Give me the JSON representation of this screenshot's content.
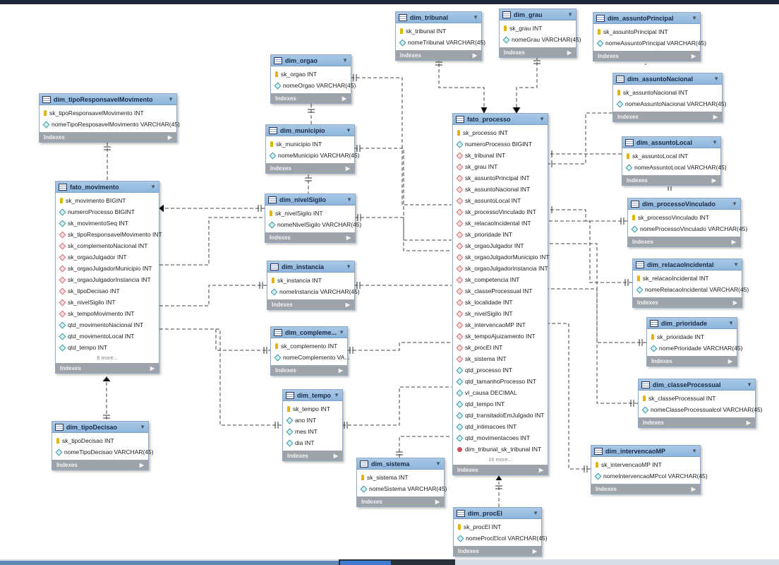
{
  "index_label": "Indexes",
  "tables": {
    "dim_tribunal": {
      "name": "dim_tribunal",
      "columns": [
        {
          "icon": "key",
          "text": "sk_tribunal INT"
        },
        {
          "icon": "col",
          "text": "nomeTribunal VARCHAR(45)"
        }
      ]
    },
    "dim_grau": {
      "name": "dim_grau",
      "columns": [
        {
          "icon": "key",
          "text": "sk_grau INT"
        },
        {
          "icon": "col",
          "text": "nomeGrau VARCHAR(45)"
        }
      ]
    },
    "dim_assuntoPrincipal": {
      "name": "dim_assuntoPrincipal",
      "columns": [
        {
          "icon": "key",
          "text": "sk_assuntoPrincipal INT"
        },
        {
          "icon": "col",
          "text": "nomeAssuntoPrincipal VARCHAR(45)"
        }
      ]
    },
    "dim_orgao": {
      "name": "dim_orgao",
      "columns": [
        {
          "icon": "key",
          "text": "sk_orgao INT"
        },
        {
          "icon": "col",
          "text": "nomeOrgao VARCHAR(45)"
        }
      ]
    },
    "dim_tipoResponsavelMovimento": {
      "name": "dim_tipoResponsavelMovimento",
      "columns": [
        {
          "icon": "key",
          "text": "sk_tipoResponsavelMovimento INT"
        },
        {
          "icon": "col",
          "text": "nomeTipoResposavelMovimento VARCHAR(45)"
        }
      ]
    },
    "dim_assuntoNacional": {
      "name": "dim_assuntoNacional",
      "columns": [
        {
          "icon": "key",
          "text": "sk_assuntoNacional INT"
        },
        {
          "icon": "col",
          "text": "nomeAssuntoNacional VARCHAR(45)"
        }
      ]
    },
    "dim_municipio": {
      "name": "dim_municipio",
      "columns": [
        {
          "icon": "key",
          "text": "sk_municipio INT"
        },
        {
          "icon": "col",
          "text": "nomeMunicipio VARCHAR(45)"
        }
      ]
    },
    "dim_assuntoLocal": {
      "name": "dim_assuntoLocal",
      "columns": [
        {
          "icon": "key",
          "text": "sk_assuntoLocal INT"
        },
        {
          "icon": "col",
          "text": "nomeAssuntoLocal VARCHAR(45)"
        }
      ]
    },
    "dim_nivelSigilo": {
      "name": "dim_nivelSigilo",
      "columns": [
        {
          "icon": "key",
          "text": "sk_nivelSigilo INT"
        },
        {
          "icon": "col",
          "text": "nomeNivelSigilo VARCHAR(45)"
        }
      ]
    },
    "dim_processoVinculado": {
      "name": "dim_processoVinculado",
      "columns": [
        {
          "icon": "key",
          "text": "sk_processoVinculado INT"
        },
        {
          "icon": "col",
          "text": "nomeProcessoVinculado VARCHAR(45)"
        }
      ]
    },
    "dim_instancia": {
      "name": "dim_instancia",
      "columns": [
        {
          "icon": "key",
          "text": "sk_instancia INT"
        },
        {
          "icon": "col",
          "text": "nomeInstancia VARCHAR(45)"
        }
      ]
    },
    "dim_relacaoIncidental": {
      "name": "dim_relacaoIncidental",
      "columns": [
        {
          "icon": "key",
          "text": "sk_relacaoIncidental INT"
        },
        {
          "icon": "col",
          "text": "nomeRelacaoIncidental VARCHAR(45)"
        }
      ]
    },
    "dim_complemento": {
      "name": "dim_compleme...",
      "columns": [
        {
          "icon": "key",
          "text": "sk_complemento INT"
        },
        {
          "icon": "col",
          "text": "nomeComplemento VA..."
        }
      ]
    },
    "dim_prioridade": {
      "name": "dim_prioridade",
      "columns": [
        {
          "icon": "key",
          "text": "sk_prioridade INT"
        },
        {
          "icon": "col",
          "text": "nomePrioridade VARCHAR(45)"
        }
      ]
    },
    "dim_classeProcessual": {
      "name": "dim_classeProcessual",
      "columns": [
        {
          "icon": "key",
          "text": "sk_classeProcessual INT"
        },
        {
          "icon": "col",
          "text": "nomeClasseProcessualcol VARCHAR(45)"
        }
      ]
    },
    "dim_tempo": {
      "name": "dim_tempo",
      "columns": [
        {
          "icon": "key",
          "text": "sk_tempo INT"
        },
        {
          "icon": "col",
          "text": "ano INT"
        },
        {
          "icon": "col",
          "text": "mes INT"
        },
        {
          "icon": "col",
          "text": "dia INT"
        }
      ]
    },
    "dim_tipoDecisao": {
      "name": "dim_tipoDecisao",
      "columns": [
        {
          "icon": "key",
          "text": "sk_tipoDecisao INT"
        },
        {
          "icon": "col",
          "text": "nomeTipoDecisao VARCHAR(45)"
        }
      ]
    },
    "dim_sistema": {
      "name": "dim_sistema",
      "columns": [
        {
          "icon": "key",
          "text": "sk_sistema INT"
        },
        {
          "icon": "col",
          "text": "nomeSistema VARCHAR(45)"
        }
      ]
    },
    "dim_intervencaoMP": {
      "name": "dim_intervencaoMP",
      "columns": [
        {
          "icon": "key",
          "text": "sk_intervencaoMP INT"
        },
        {
          "icon": "col",
          "text": "nomeIntervencaoMPcol VARCHAR(45)"
        }
      ]
    },
    "dim_procEl": {
      "name": "dim_procEl",
      "columns": [
        {
          "icon": "key",
          "text": "sk_procEl INT"
        },
        {
          "icon": "col",
          "text": "nomeProcElcol VARCHAR(45)"
        }
      ]
    },
    "fato_movimento": {
      "name": "fato_movimento",
      "more": "8 more...",
      "columns": [
        {
          "icon": "key",
          "text": "sk_movimento BIGINT"
        },
        {
          "icon": "col",
          "text": "numeroProcesso BIGINT"
        },
        {
          "icon": "col",
          "text": "sk_movimentoSeq INT"
        },
        {
          "icon": "fk",
          "text": "sk_tipoResponsavelMovimento INT"
        },
        {
          "icon": "fk",
          "text": "sk_complementoNacional INT"
        },
        {
          "icon": "fk",
          "text": "sk_orgaoJulgador INT"
        },
        {
          "icon": "fk",
          "text": "sk_orgaoJulgadorMunicipio INT"
        },
        {
          "icon": "fk",
          "text": "sk_orgaoJulgadorInstancia INT"
        },
        {
          "icon": "fk",
          "text": "sk_tipoDecisao INT"
        },
        {
          "icon": "fk",
          "text": "sk_nivelSigilo INT"
        },
        {
          "icon": "fk",
          "text": "sk_tempoMovimento INT"
        },
        {
          "icon": "col",
          "text": "qtd_movimentoNacional INT"
        },
        {
          "icon": "col",
          "text": "qtd_movimentoLocal INT"
        },
        {
          "icon": "col",
          "text": "qtd_tempo INT"
        }
      ]
    },
    "fato_processo": {
      "name": "fato_processo",
      "more": "16 more...",
      "columns": [
        {
          "icon": "key",
          "text": "sk_processo INT"
        },
        {
          "icon": "col",
          "text": "numeroProcesso BIGINT"
        },
        {
          "icon": "fk",
          "text": "sk_tribunal INT"
        },
        {
          "icon": "fk",
          "text": "sk_grau INT"
        },
        {
          "icon": "fk",
          "text": "sk_assuntoPrincipal INT"
        },
        {
          "icon": "fk",
          "text": "sk_assuntoNacional INT"
        },
        {
          "icon": "fk",
          "text": "sk_assuntoLocal INT"
        },
        {
          "icon": "fk",
          "text": "sk_processoVinculado INT"
        },
        {
          "icon": "fk",
          "text": "sk_relacaoIncidental INT"
        },
        {
          "icon": "fk",
          "text": "sk_prioridade INT"
        },
        {
          "icon": "fk",
          "text": "sk_orgaoJulgador INT"
        },
        {
          "icon": "fk",
          "text": "sk_orgaoJulgadorMunicipio INT"
        },
        {
          "icon": "fk",
          "text": "sk_orgaoJulgadorInstancia INT"
        },
        {
          "icon": "fk",
          "text": "sk_competencia INT"
        },
        {
          "icon": "fk",
          "text": "sk_classeProcessual INT"
        },
        {
          "icon": "fk",
          "text": "sk_localidade INT"
        },
        {
          "icon": "fk",
          "text": "sk_nivelSigilo INT"
        },
        {
          "icon": "fk",
          "text": "sk_intervencaoMP INT"
        },
        {
          "icon": "fk",
          "text": "sk_tempoAjuizamento INT"
        },
        {
          "icon": "fk",
          "text": "sk_procEl INT"
        },
        {
          "icon": "fk",
          "text": "sk_sistema INT"
        },
        {
          "icon": "col",
          "text": "qtd_processo INT"
        },
        {
          "icon": "col",
          "text": "qtd_tamanhoProcesso INT"
        },
        {
          "icon": "col",
          "text": "vl_causa DECIMAL"
        },
        {
          "icon": "col",
          "text": "qtd_tempo INT"
        },
        {
          "icon": "col",
          "text": "qtd_transitadoEmJulgado INT"
        },
        {
          "icon": "col",
          "text": "qtd_intimacoes INT"
        },
        {
          "icon": "col",
          "text": "qtd_movimentacoes INT"
        },
        {
          "icon": "fkr",
          "text": "dim_tribunal_sk_tribunal INT"
        }
      ]
    }
  }
}
